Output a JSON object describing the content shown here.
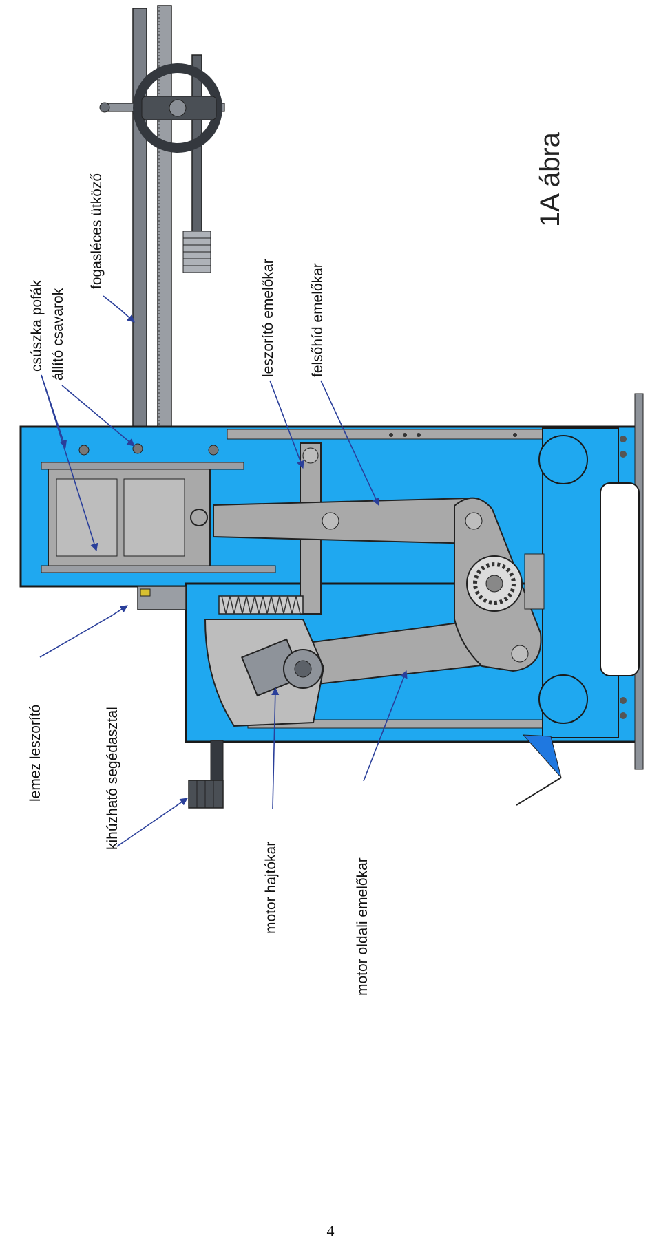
{
  "figure": {
    "title": "1A ábra",
    "labels": {
      "fogasleces_utkozo": "fogasléces ütköző",
      "csuszka_pofak": "csúszka pofák",
      "allito_csavarok": "állító csavarok",
      "leszorito_emelokar": "leszorító emelőkar",
      "felsohid_emelokar": "felsőhíd emelőkar",
      "lemez_leszorito": "lemez leszorító",
      "kihuzhato_segedasztal": "kihúzható segédasztal",
      "motor_hajtokar": "motor hajtókar",
      "motor_oldali_emelokar": "motor oldali emelőkar"
    }
  },
  "page": {
    "number": "4"
  },
  "colors": {
    "frame_blue": "#1FA8F0",
    "edge": "#1a1a1a",
    "steel_gray": "#a9a9a9",
    "dark_gray": "#4a4f55",
    "arrow_blue": "#2a3f9a"
  }
}
